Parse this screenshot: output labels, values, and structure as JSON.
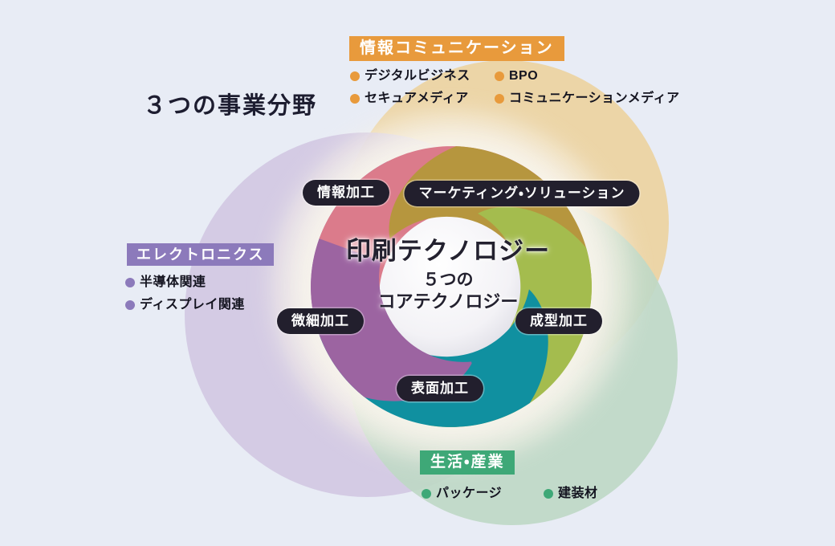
{
  "canvas": {
    "background": "#E8ECF5"
  },
  "headline": {
    "text": "３つの事業分野"
  },
  "center": {
    "title": "印刷テクノロジー",
    "subtitle_line1": "５つの",
    "subtitle_line2": "コアテクノロジー"
  },
  "core_technologies": [
    {
      "label": "情報加工"
    },
    {
      "label": "マーケティング・ソリューション"
    },
    {
      "label": "微細加工"
    },
    {
      "label": "成型加工"
    },
    {
      "label": "表面加工"
    }
  ],
  "business_areas": [
    {
      "label": "情報コミュニケーション",
      "accent": "#E89A3C",
      "circle": "#EBD3A0",
      "items": [
        "デジタルビジネス",
        "BPO",
        "セキュアメディア",
        "コミュニケーションメディア"
      ]
    },
    {
      "label": "エレクトロニクス",
      "accent": "#8C7ABB",
      "circle": "#D2C8E2",
      "items": [
        "半導体関連",
        "ディスプレイ関連"
      ]
    },
    {
      "label": "生活・産業",
      "accent": "#3EA877",
      "circle": "#BED8C6",
      "items": [
        "パッケージ",
        "建装材"
      ]
    }
  ],
  "pinwheel": {
    "center_fill": "#FFFFFF",
    "blades": [
      {
        "name": "purple",
        "color": "#9C64A1"
      },
      {
        "name": "rose",
        "color": "#DB7B8B"
      },
      {
        "name": "gold",
        "color": "#B6963E"
      },
      {
        "name": "yellow-green",
        "color": "#A4BC4E"
      },
      {
        "name": "teal",
        "color": "#1090A0"
      }
    ]
  }
}
